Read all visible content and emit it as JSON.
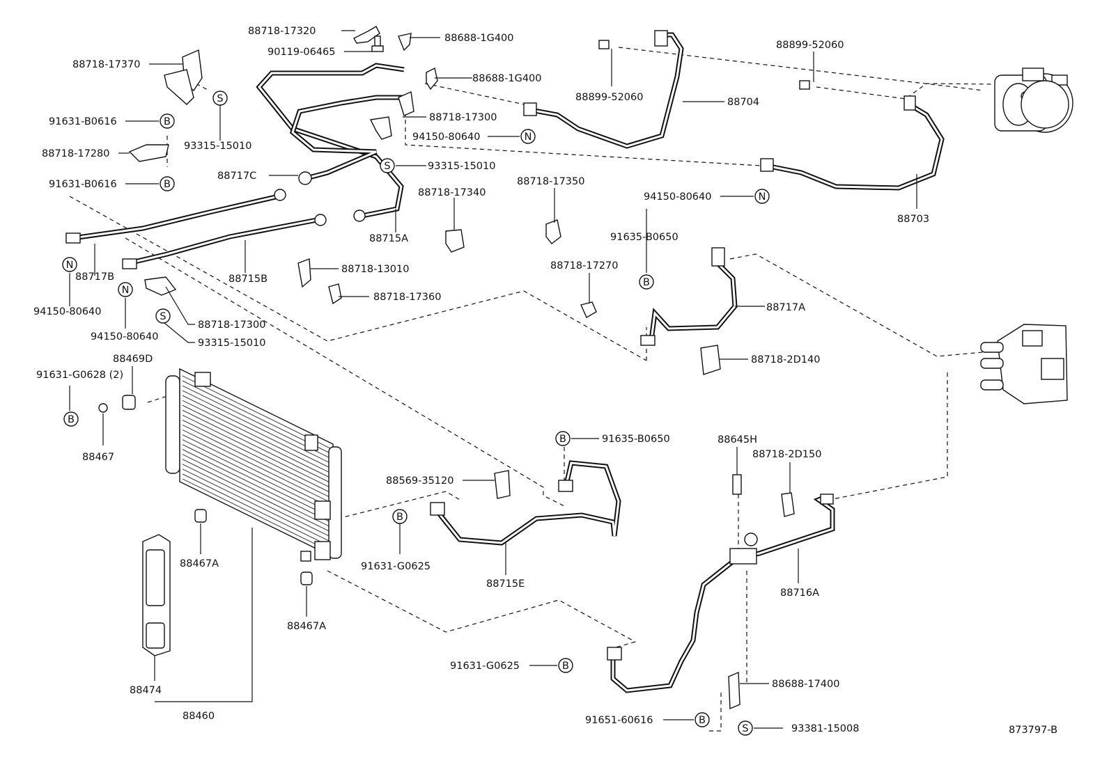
{
  "labels": [
    {
      "id": "l1",
      "text": "88718-17320"
    },
    {
      "id": "l2",
      "text": "88688-1G400"
    },
    {
      "id": "l3",
      "text": "90119-06465"
    },
    {
      "id": "l4",
      "text": "88718-17370"
    },
    {
      "id": "l5",
      "text": "88688-1G400"
    },
    {
      "id": "l6",
      "text": "88718-17300"
    },
    {
      "id": "l7",
      "text": "91631-B0616"
    },
    {
      "id": "l8",
      "text": "93315-15010"
    },
    {
      "id": "l9",
      "text": "94150-80640"
    },
    {
      "id": "l10",
      "text": "88718-17280"
    },
    {
      "id": "l11",
      "text": "93315-15010"
    },
    {
      "id": "l12",
      "text": "91631-B0616"
    },
    {
      "id": "l13",
      "text": "88717C"
    },
    {
      "id": "l14",
      "text": "88899-52060"
    },
    {
      "id": "l15",
      "text": "88704"
    },
    {
      "id": "l16",
      "text": "88899-52060"
    },
    {
      "id": "l17",
      "text": "88703"
    },
    {
      "id": "l18",
      "text": "94150-80640"
    },
    {
      "id": "l19",
      "text": "88718-17350"
    },
    {
      "id": "l20",
      "text": "88718-17340"
    },
    {
      "id": "l21",
      "text": "88715A"
    },
    {
      "id": "l22",
      "text": "88717B"
    },
    {
      "id": "l23",
      "text": "88715B"
    },
    {
      "id": "l24",
      "text": "94150-80640"
    },
    {
      "id": "l25",
      "text": "94150-80640"
    },
    {
      "id": "l26",
      "text": "88718-13010"
    },
    {
      "id": "l27",
      "text": "88718-17360"
    },
    {
      "id": "l28",
      "text": "88718-17300"
    },
    {
      "id": "l29",
      "text": "93315-15010"
    },
    {
      "id": "l30",
      "text": "91635-B0650"
    },
    {
      "id": "l31",
      "text": "88718-17270"
    },
    {
      "id": "l32",
      "text": "88717A"
    },
    {
      "id": "l33",
      "text": "88718-2D140"
    },
    {
      "id": "l34",
      "text": "88469D"
    },
    {
      "id": "l35",
      "text": "91631-G0628 (2)"
    },
    {
      "id": "l36",
      "text": "88467"
    },
    {
      "id": "l37",
      "text": "91635-B0650"
    },
    {
      "id": "l38",
      "text": "88569-35120"
    },
    {
      "id": "l39",
      "text": "91631-G0625"
    },
    {
      "id": "l40",
      "text": "88715E"
    },
    {
      "id": "l41",
      "text": "88645H"
    },
    {
      "id": "l42",
      "text": "88718-2D150"
    },
    {
      "id": "l43",
      "text": "88467A"
    },
    {
      "id": "l44",
      "text": "88467A"
    },
    {
      "id": "l45",
      "text": "88716A"
    },
    {
      "id": "l46",
      "text": "91631-G0625"
    },
    {
      "id": "l47",
      "text": "88474"
    },
    {
      "id": "l48",
      "text": "88460"
    },
    {
      "id": "l49",
      "text": "88688-17400"
    },
    {
      "id": "l50",
      "text": "91651-60616"
    },
    {
      "id": "l51",
      "text": "93381-15008"
    },
    {
      "id": "l52",
      "text": "873797-B"
    }
  ],
  "symbols": {
    "bolt": "B",
    "stud": "S",
    "nut": "N"
  }
}
